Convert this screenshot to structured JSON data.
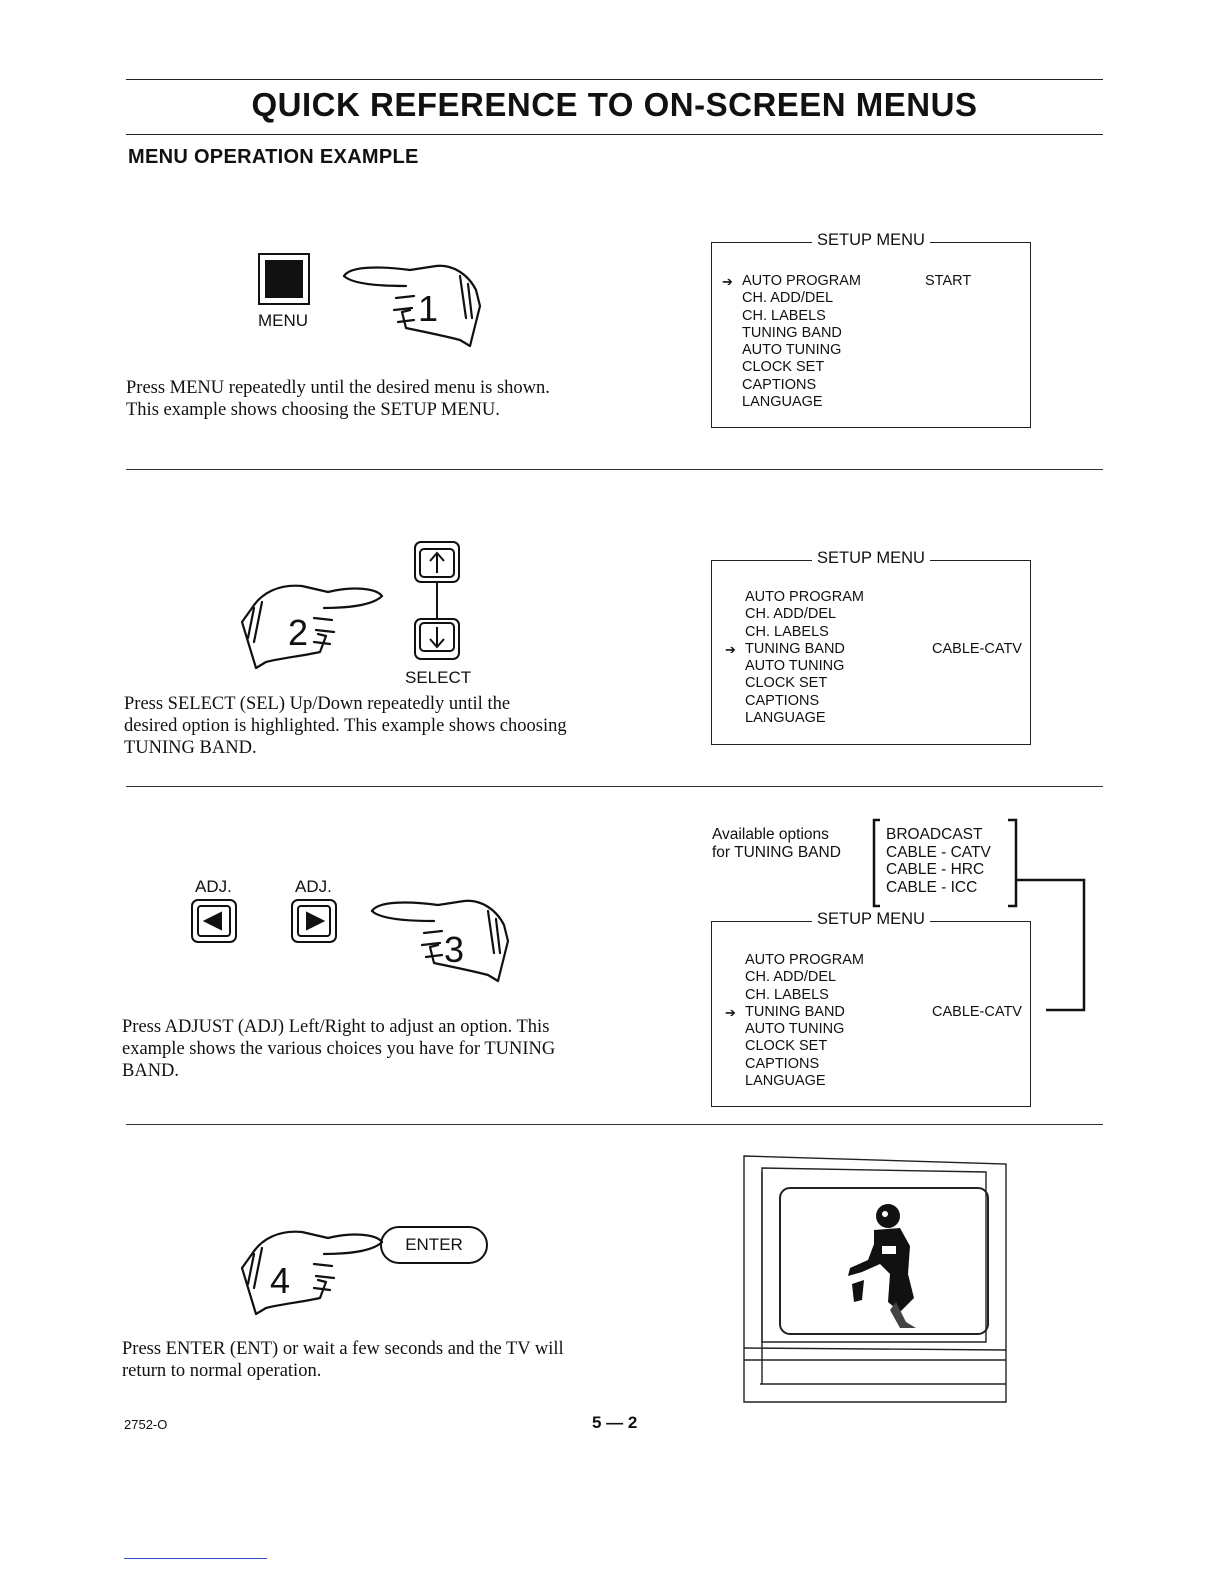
{
  "header": {
    "title": "QUICK REFERENCE TO ON-SCREEN MENUS",
    "subtitle": "MENU OPERATION EXAMPLE"
  },
  "menu_title": "SETUP MENU",
  "menu_items": [
    "AUTO PROGRAM",
    "CH. ADD/DEL",
    "CH. LABELS",
    "TUNING BAND",
    "AUTO TUNING",
    "CLOCK SET",
    "CAPTIONS",
    "LANGUAGE"
  ],
  "step1": {
    "number": "1",
    "button_label": "MENU",
    "instruction": "Press MENU repeatedly until the desired menu is shown.\nThis example shows choosing the SETUP MENU.",
    "menu_value": "START"
  },
  "step2": {
    "number": "2",
    "button_label": "SELECT",
    "instruction": "Press SELECT (SEL) Up/Down repeatedly until the\ndesired option is highlighted. This example shows choosing\nTUNING BAND.",
    "menu_value": "CABLE-CATV"
  },
  "step3": {
    "number": "3",
    "adj_left_label": "ADJ.",
    "adj_right_label": "ADJ.",
    "instruction": "Press ADJUST (ADJ) Left/Right to adjust an option. This\nexample shows the various choices you have for TUNING\nBAND.",
    "options_caption_line1": "Available options",
    "options_caption_line2": "for TUNING BAND",
    "options": [
      "BROADCAST",
      "CABLE - CATV",
      "CABLE - HRC",
      "CABLE - ICC"
    ],
    "menu_value": "CABLE-CATV"
  },
  "step4": {
    "number": "4",
    "button_label": "ENTER",
    "instruction": "Press ENTER (ENT) or wait a few seconds and the TV will\nreturn to normal operation."
  },
  "footer": {
    "code": "2752-O",
    "page": "5 — 2"
  }
}
